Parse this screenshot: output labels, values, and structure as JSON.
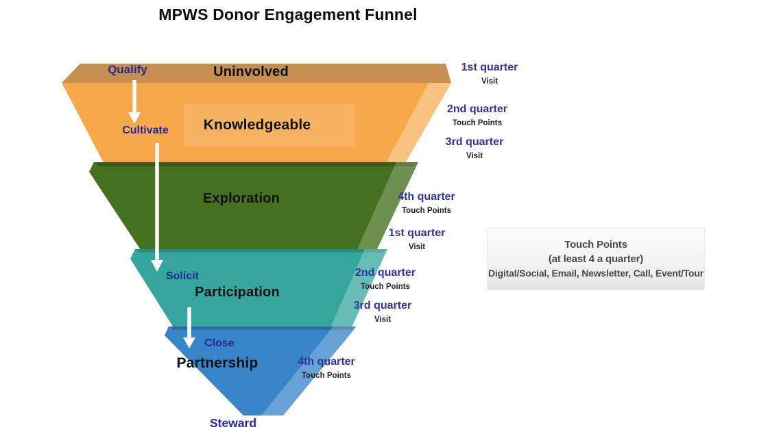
{
  "title": "MPWS Donor Engagement Funnel",
  "colors": {
    "navy_action_text": "#28289A",
    "navy_quarter_text": "#32329E",
    "stage_text": "#101010",
    "rim_tan": "#C68E50",
    "orange": "#F7A84B",
    "green": "#44701F",
    "teal": "#35A69E",
    "blue": "#3884C8",
    "arrow_white": "#FFFFFF",
    "box_text_gray": "#4A4A4C"
  },
  "funnel": {
    "stages": [
      {
        "label": "Uninvolved",
        "color": "#C68E50"
      },
      {
        "label": "Knowledgeable",
        "color": "#F7A84B"
      },
      {
        "label": "Exploration",
        "color": "#44701F"
      },
      {
        "label": "Participation",
        "color": "#35A69E"
      },
      {
        "label": "Partnership",
        "color": "#3884C8"
      }
    ],
    "actions": [
      {
        "label": "Qualify"
      },
      {
        "label": "Cultivate"
      },
      {
        "label": "Solicit"
      },
      {
        "label": "Close"
      },
      {
        "label": "Steward"
      }
    ]
  },
  "quarter_annotations": [
    {
      "quarter": "1st quarter",
      "activity": "Visit"
    },
    {
      "quarter": "2nd quarter",
      "activity": "Touch Points"
    },
    {
      "quarter": "3rd quarter",
      "activity": "Visit"
    },
    {
      "quarter": "4th quarter",
      "activity": "Touch Points"
    },
    {
      "quarter": "1st quarter",
      "activity": "Visit"
    },
    {
      "quarter": "2nd quarter",
      "activity": "Touch Points"
    },
    {
      "quarter": "3rd quarter",
      "activity": "Visit"
    },
    {
      "quarter": "4th quarter",
      "activity": "Touch Points"
    }
  ],
  "touchpoints_box": {
    "title": "Touch Points",
    "subtitle": "(at least 4 a quarter)",
    "channels": "Digital/Social, Email, Newsletter, Call,  Event/Tour"
  }
}
